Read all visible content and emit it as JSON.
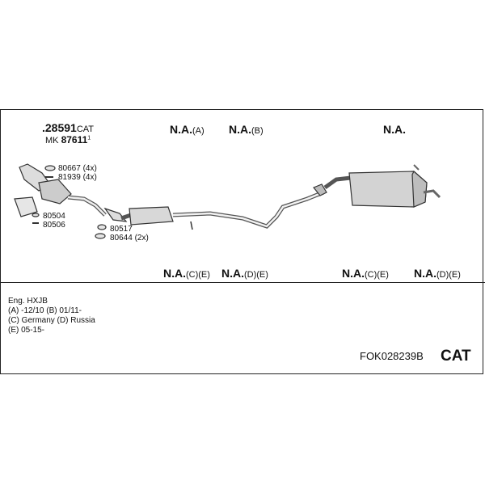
{
  "top_labels": {
    "main_part": {
      "number": ".28591",
      "suffix": "CAT"
    },
    "mk_line": {
      "prefix": "MK",
      "number": "87611",
      "sup": "1"
    },
    "na_a": {
      "text": "N.A.",
      "suffix": "(A)"
    },
    "na_b": {
      "text": "N.A.",
      "suffix": "(B)"
    },
    "na_plain": {
      "text": "N.A."
    }
  },
  "bottom_na_labels": [
    {
      "text": "N.A.",
      "suffix": "(C)(E)"
    },
    {
      "text": "N.A.",
      "suffix": "(D)(E)"
    },
    {
      "text": "N.A.",
      "suffix": "(C)(E)"
    },
    {
      "text": "N.A.",
      "suffix": "(D)(E)"
    }
  ],
  "part_numbers": {
    "p80667": "80667 (4x)",
    "p81939": "81939 (4x)",
    "p80504": "80504",
    "p80506": "80506",
    "p80517": "80517",
    "p80644": "80644 (2x)"
  },
  "engine_info": {
    "line1": "Eng. HXJB",
    "line2": "(A) -12/10 (B) 01/11-",
    "line3": "(C) Germany (D) Russia",
    "line4": "(E) 05-15-"
  },
  "footer": {
    "code": "FOK028239B",
    "badge": "CAT"
  }
}
